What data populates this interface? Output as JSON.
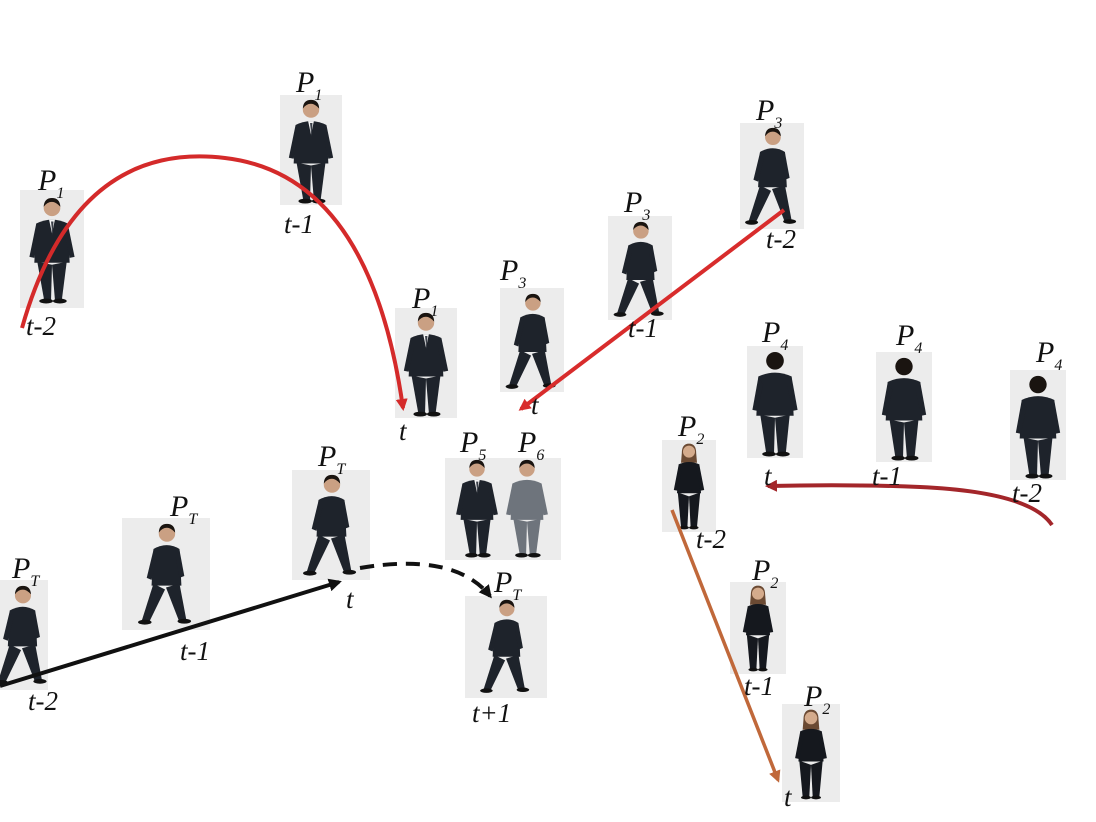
{
  "colors": {
    "p1_path": "#d42a2a",
    "p3_path": "#d82c2c",
    "p4_path": "#a3262a",
    "p2_path": "#c0683a",
    "pt_path": "#111111",
    "suit": "#1e232b",
    "suit_light": "#6e747c",
    "skin": "#caa083",
    "hair": "#1a1410",
    "photo_bg": "#ececec"
  },
  "figures": [
    {
      "id": "p1_tm2",
      "label": "P",
      "sub": "1",
      "time": "t-2"
    },
    {
      "id": "p1_tm1",
      "label": "P",
      "sub": "1",
      "time": "t-1"
    },
    {
      "id": "p1_t",
      "label": "P",
      "sub": "1",
      "time": "t"
    },
    {
      "id": "p3_t",
      "label": "P",
      "sub": "3",
      "time": "t"
    },
    {
      "id": "p3_tm1",
      "label": "P",
      "sub": "3",
      "time": "t-1"
    },
    {
      "id": "p3_tm2",
      "label": "P",
      "sub": "3",
      "time": "t-2"
    },
    {
      "id": "p4_t",
      "label": "P",
      "sub": "4",
      "time": "t"
    },
    {
      "id": "p4_tm1",
      "label": "P",
      "sub": "4",
      "time": "t-1"
    },
    {
      "id": "p4_tm2",
      "label": "P",
      "sub": "4",
      "time": "t-2"
    },
    {
      "id": "p2_tm2",
      "label": "P",
      "sub": "2",
      "time": "t-2"
    },
    {
      "id": "p2_tm1",
      "label": "P",
      "sub": "2",
      "time": "t-1"
    },
    {
      "id": "p2_t",
      "label": "P",
      "sub": "2",
      "time": "t"
    },
    {
      "id": "pt_tm2",
      "label": "P",
      "sub": "T",
      "time": "t-2"
    },
    {
      "id": "pt_tm1",
      "label": "P",
      "sub": "T",
      "time": "t-1"
    },
    {
      "id": "pt_t",
      "label": "P",
      "sub": "T",
      "time": "t"
    },
    {
      "id": "pt_tp1",
      "label": "P",
      "sub": "T",
      "time": "t+1"
    },
    {
      "id": "p5",
      "label": "P",
      "sub": "5",
      "time": ""
    },
    {
      "id": "p6",
      "label": "P",
      "sub": "6",
      "time": ""
    }
  ]
}
